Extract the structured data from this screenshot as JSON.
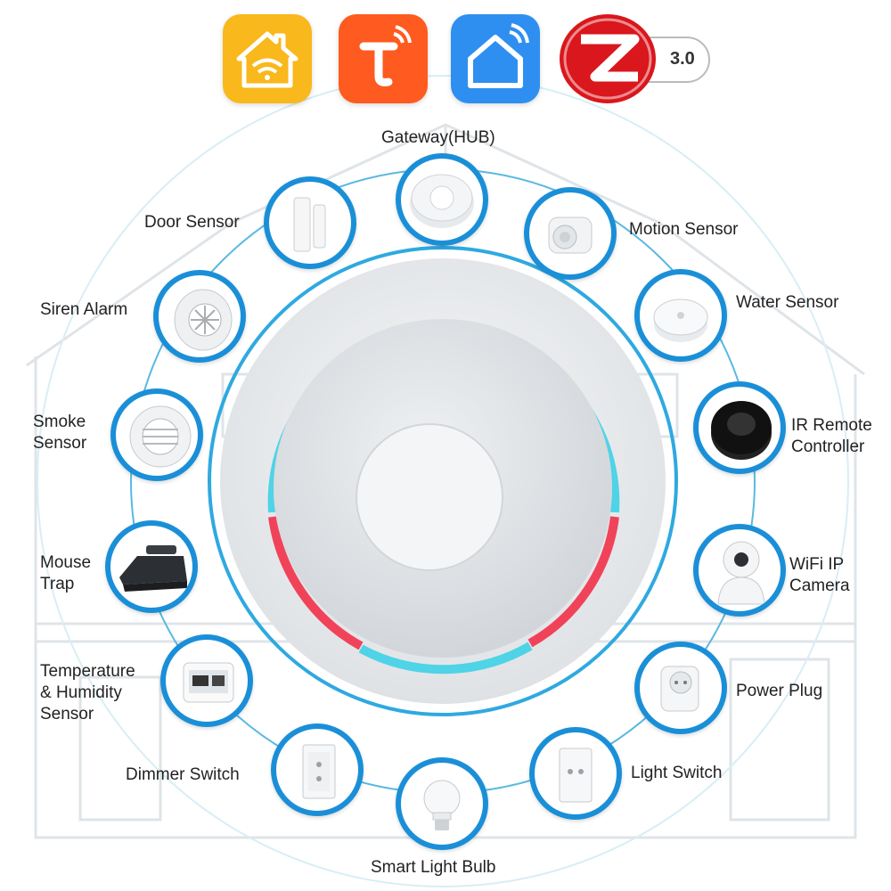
{
  "app_icons": [
    {
      "name": "home-wifi-app-icon",
      "color": "#f9b81b"
    },
    {
      "name": "tuya-app-icon",
      "color": "#ff5a1f"
    },
    {
      "name": "smart-life-app-icon",
      "color": "#2e8ff0"
    }
  ],
  "zigbee": {
    "version": "3.0",
    "color": "#d9171c"
  },
  "hub": {
    "label": "Gateway(HUB)"
  },
  "devices": [
    {
      "key": "door",
      "line1": "Door Sensor",
      "line2": ""
    },
    {
      "key": "motion",
      "line1": "Motion Sensor",
      "line2": ""
    },
    {
      "key": "siren",
      "line1": "Siren Alarm",
      "line2": ""
    },
    {
      "key": "water",
      "line1": "Water Sensor",
      "line2": ""
    },
    {
      "key": "smoke",
      "line1": "Smoke",
      "line2": "Sensor"
    },
    {
      "key": "ir",
      "line1": "IR Remote",
      "line2": "Controller"
    },
    {
      "key": "mouse",
      "line1": "Mouse",
      "line2": "Trap"
    },
    {
      "key": "camera",
      "line1": "WiFi IP",
      "line2": "Camera"
    },
    {
      "key": "temp",
      "line1": "Temperature",
      "line2": "& Humidity",
      "line3": "Sensor"
    },
    {
      "key": "plug",
      "line1": "Power Plug",
      "line2": ""
    },
    {
      "key": "dimmer",
      "line1": "Dimmer Switch",
      "line2": ""
    },
    {
      "key": "switch",
      "line1": "Light Switch",
      "line2": ""
    },
    {
      "key": "bulb",
      "line1": "Smart Light Bulb",
      "line2": ""
    }
  ],
  "colors": {
    "accent_blue": "#1a8fd8",
    "ring_cyan": "#4fd3e6",
    "ring_red": "#f0435a"
  }
}
